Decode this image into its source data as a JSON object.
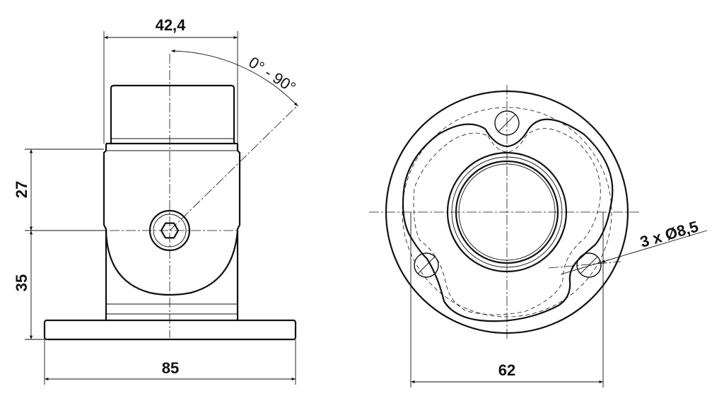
{
  "drawing": {
    "side_view": {
      "top_width_label": "42,4",
      "total_width_label": "85",
      "upper_height_label": "27",
      "lower_height_label": "35",
      "angle_label": "0° - 90°"
    },
    "top_view": {
      "diameter_label": "62",
      "holes_label": "3 x Ø8,5"
    }
  }
}
